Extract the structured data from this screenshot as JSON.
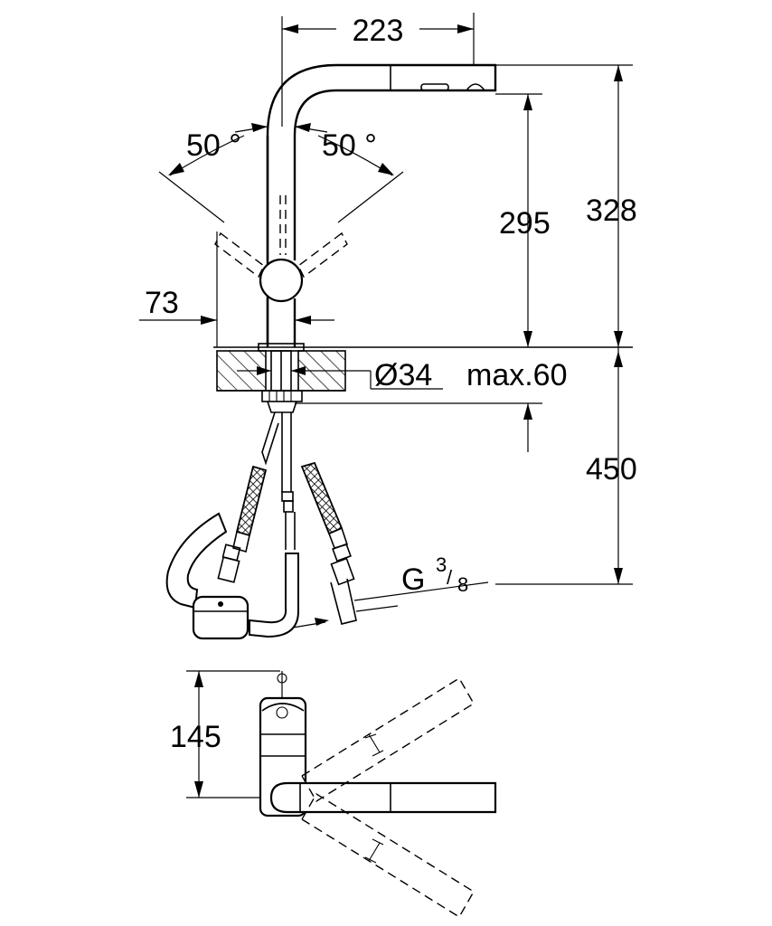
{
  "dimensions": {
    "spout_reach": "223",
    "swivel_left": "50 °",
    "swivel_right": "50 °",
    "spout_height": "295",
    "total_height": "328",
    "offset": "73",
    "hole_diameter": "Ø34",
    "max_thickness": "max.60",
    "hose_length": "450",
    "thread_main": "G",
    "thread_num": "3",
    "thread_den": "8",
    "top_view_depth": "145"
  }
}
